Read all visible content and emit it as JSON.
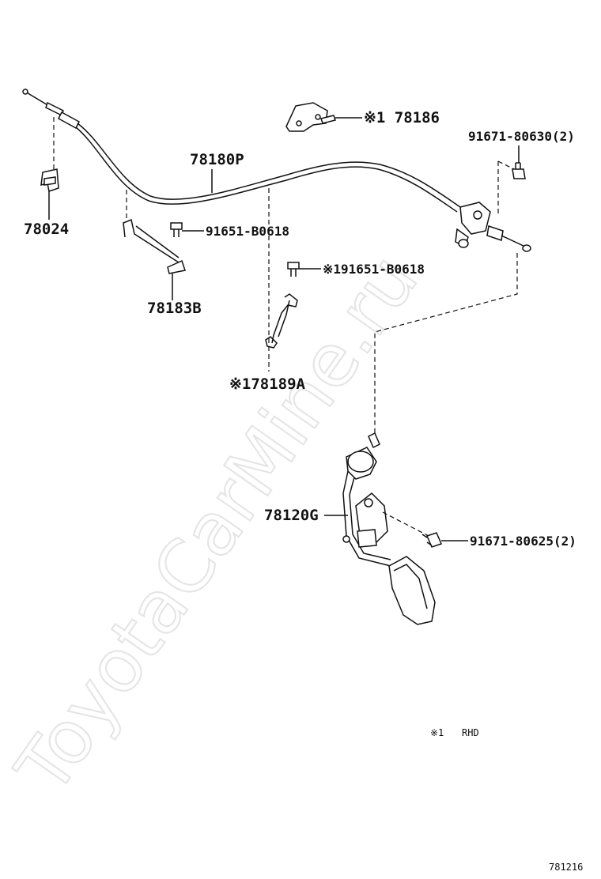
{
  "watermark": "ToyotaCarMine.ru",
  "labels": {
    "p78186": "※1 78186",
    "p91671_80630": "91671-80630(2)",
    "p78180P": "78180P",
    "p78024": "78024",
    "p91651_B0618": "91651-B0618",
    "p91651_B0618_rhd": "※191651-B0618",
    "p78183B": "78183B",
    "p78189A": "※178189A",
    "p78120G": "78120G",
    "p91671_80625": "91671-80625(2)"
  },
  "footnote": {
    "mark": "※1",
    "text": "RHD"
  },
  "diagram_code": "781216"
}
